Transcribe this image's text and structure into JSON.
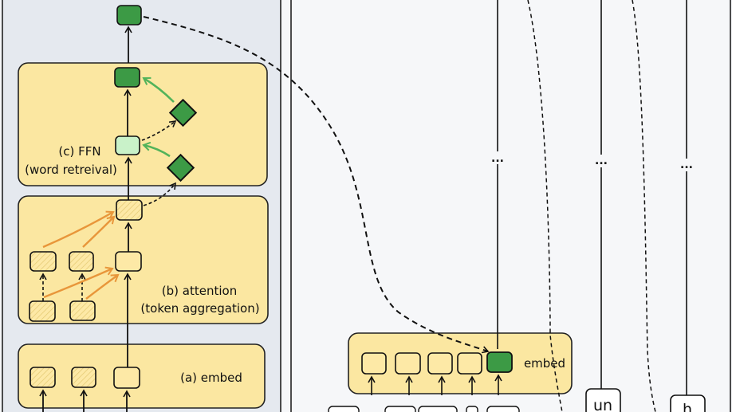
{
  "labels": {
    "ffn_line1": "(c) FFN",
    "ffn_line2": "(word retreival)",
    "attn_line1": "(b) attention",
    "attn_line2": "(token aggregation)",
    "embed_left": "(a) embed",
    "embed_right": "embed",
    "ellipsis": "...",
    "tok_un": "un",
    "tok_h": "h"
  },
  "colors": {
    "yellow_box": "#fbe7a1",
    "left_panel": "#e5e9ef",
    "dark_green": "#3c9a45",
    "light_green": "#c9f2c9",
    "orange_arrow": "#e8963a",
    "green_arrow": "#52b35a"
  }
}
